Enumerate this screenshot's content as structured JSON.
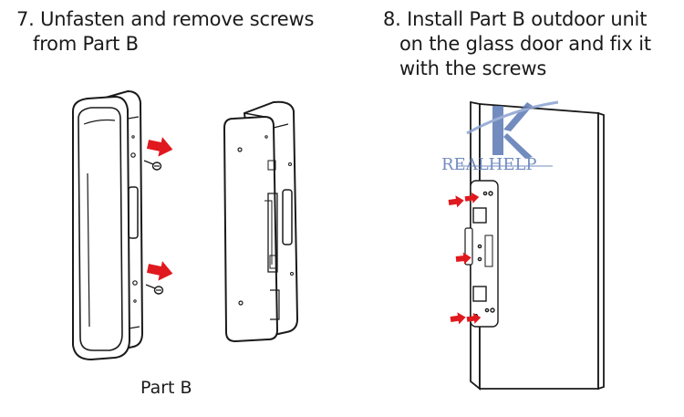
{
  "step7": {
    "line1": "7. Unfasten and remove screws",
    "line2": "from Part B"
  },
  "step8": {
    "line1": "8. Install Part B outdoor unit",
    "line2": "on the glass door and fix it",
    "line3": "with the screws"
  },
  "caption": "Part B",
  "watermark": {
    "text": "REALHELP"
  },
  "colors": {
    "arrow": "#e0191e",
    "line": "#1a1a1a",
    "watermark": "#5b79b4"
  }
}
